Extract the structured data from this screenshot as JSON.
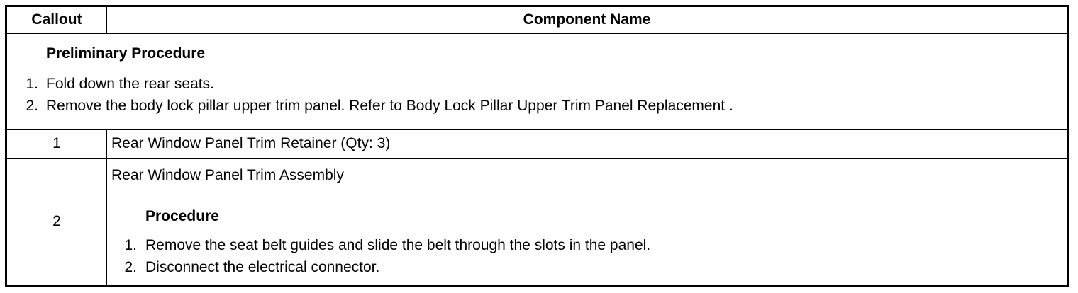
{
  "header": {
    "callout": "Callout",
    "component_name": "Component Name"
  },
  "preliminary": {
    "title": "Preliminary Procedure",
    "steps": [
      {
        "num": "1.",
        "text": "Fold down the rear seats."
      },
      {
        "num": "2.",
        "text": "Remove the body lock pillar upper trim panel. Refer to Body Lock Pillar Upper Trim Panel Replacement ."
      }
    ]
  },
  "rows": [
    {
      "callout": "1",
      "name": "Rear Window Panel Trim Retainer (Qty: 3)"
    },
    {
      "callout": "2",
      "name": "Rear Window Panel Trim Assembly",
      "procedure_title": "Procedure",
      "steps": [
        {
          "num": "1.",
          "text": "Remove the seat belt guides and slide the belt through the slots in the panel."
        },
        {
          "num": "2.",
          "text": "Disconnect the electrical connector."
        }
      ]
    }
  ]
}
